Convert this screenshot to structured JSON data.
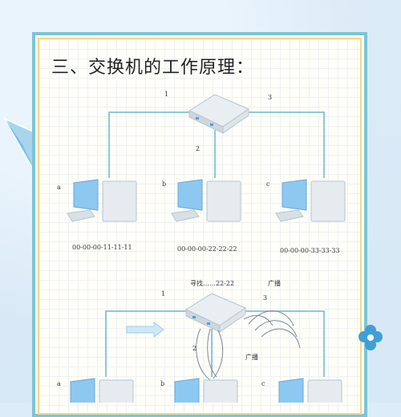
{
  "title": "三、交换机的工作原理：",
  "top": {
    "ports": [
      "1",
      "2",
      "3"
    ],
    "hosts": [
      {
        "label": "a",
        "mac": "00-00-00-11-11-11"
      },
      {
        "label": "b",
        "mac": "00-00-00-22-22-22"
      },
      {
        "label": "c",
        "mac": "00-00-00-33-33-33"
      }
    ]
  },
  "bottom": {
    "lookup": "寻找……22-22",
    "broadcast": "广播",
    "broadcast_2": "广播",
    "ports": [
      "1",
      "2",
      "3"
    ],
    "hosts": [
      {
        "label": "a"
      },
      {
        "label": "b"
      },
      {
        "label": "c"
      }
    ]
  },
  "colors": {
    "frame": "#7cc4d6",
    "inner_frame": "#f0d98a",
    "link": "#6bb7c9",
    "arrow": "#9fd0ea"
  }
}
